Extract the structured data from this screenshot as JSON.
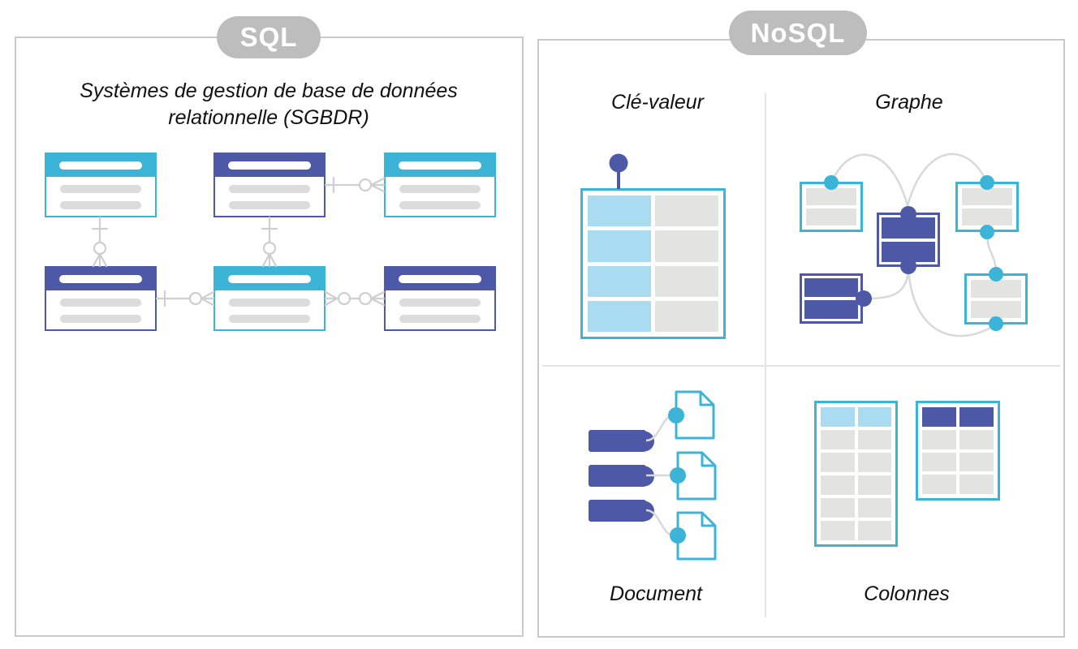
{
  "colors": {
    "cyan": "#3cb4d8",
    "indigo": "#4d59a7",
    "light_blue": "#a9dcf0",
    "cell_gray": "#e3e3e1",
    "bar_gray": "#dcdcdc",
    "connector_gray": "#cfcfcf",
    "curve_gray": "#d9d9d9",
    "pill_gray": "#bdbdbd",
    "panel_border": "#c9c9c9",
    "divider_gray": "#e4e4e4",
    "text_color": "#111111"
  },
  "sql_panel": {
    "badge_label": "SQL",
    "title_line1": "Systèmes de gestion de base de données",
    "title_line2": "relationnelle (SGBDR)",
    "diagram": {
      "type": "entity-relationship",
      "tables": [
        {
          "row": 1,
          "col": 1,
          "header_color": "cyan"
        },
        {
          "row": 1,
          "col": 2,
          "header_color": "indigo"
        },
        {
          "row": 1,
          "col": 3,
          "header_color": "cyan"
        },
        {
          "row": 2,
          "col": 1,
          "header_color": "indigo"
        },
        {
          "row": 2,
          "col": 2,
          "header_color": "cyan"
        },
        {
          "row": 2,
          "col": 3,
          "header_color": "indigo"
        }
      ],
      "relationships": [
        {
          "from": "table-r1c2",
          "to": "table-r1c3",
          "notation": "one-to-many"
        },
        {
          "from": "table-r1c1",
          "to": "table-r2c1",
          "notation": "one-to-many"
        },
        {
          "from": "table-r1c2",
          "to": "table-r2c2",
          "notation": "one-to-many"
        },
        {
          "from": "table-r2c1",
          "to": "table-r2c2",
          "notation": "one-to-many"
        },
        {
          "from": "table-r2c2",
          "to": "table-r2c3",
          "notation": "many-to-many"
        }
      ]
    }
  },
  "nosql_panel": {
    "badge_label": "NoSQL",
    "quadrants": {
      "key_value": {
        "label": "Clé-valeur",
        "illustration": "pinned table with 4 key rows (blue) and 4 value rows (gray)"
      },
      "graph": {
        "label": "Graphe",
        "illustration": "5 record nodes (3 teal, 2 indigo) linked by curved edges"
      },
      "document": {
        "label": "Document",
        "illustration": "3 indigo keys linked to 3 document files"
      },
      "columns": {
        "label": "Colonnes",
        "illustration": "two column-family tables, blue and indigo headers"
      }
    }
  }
}
